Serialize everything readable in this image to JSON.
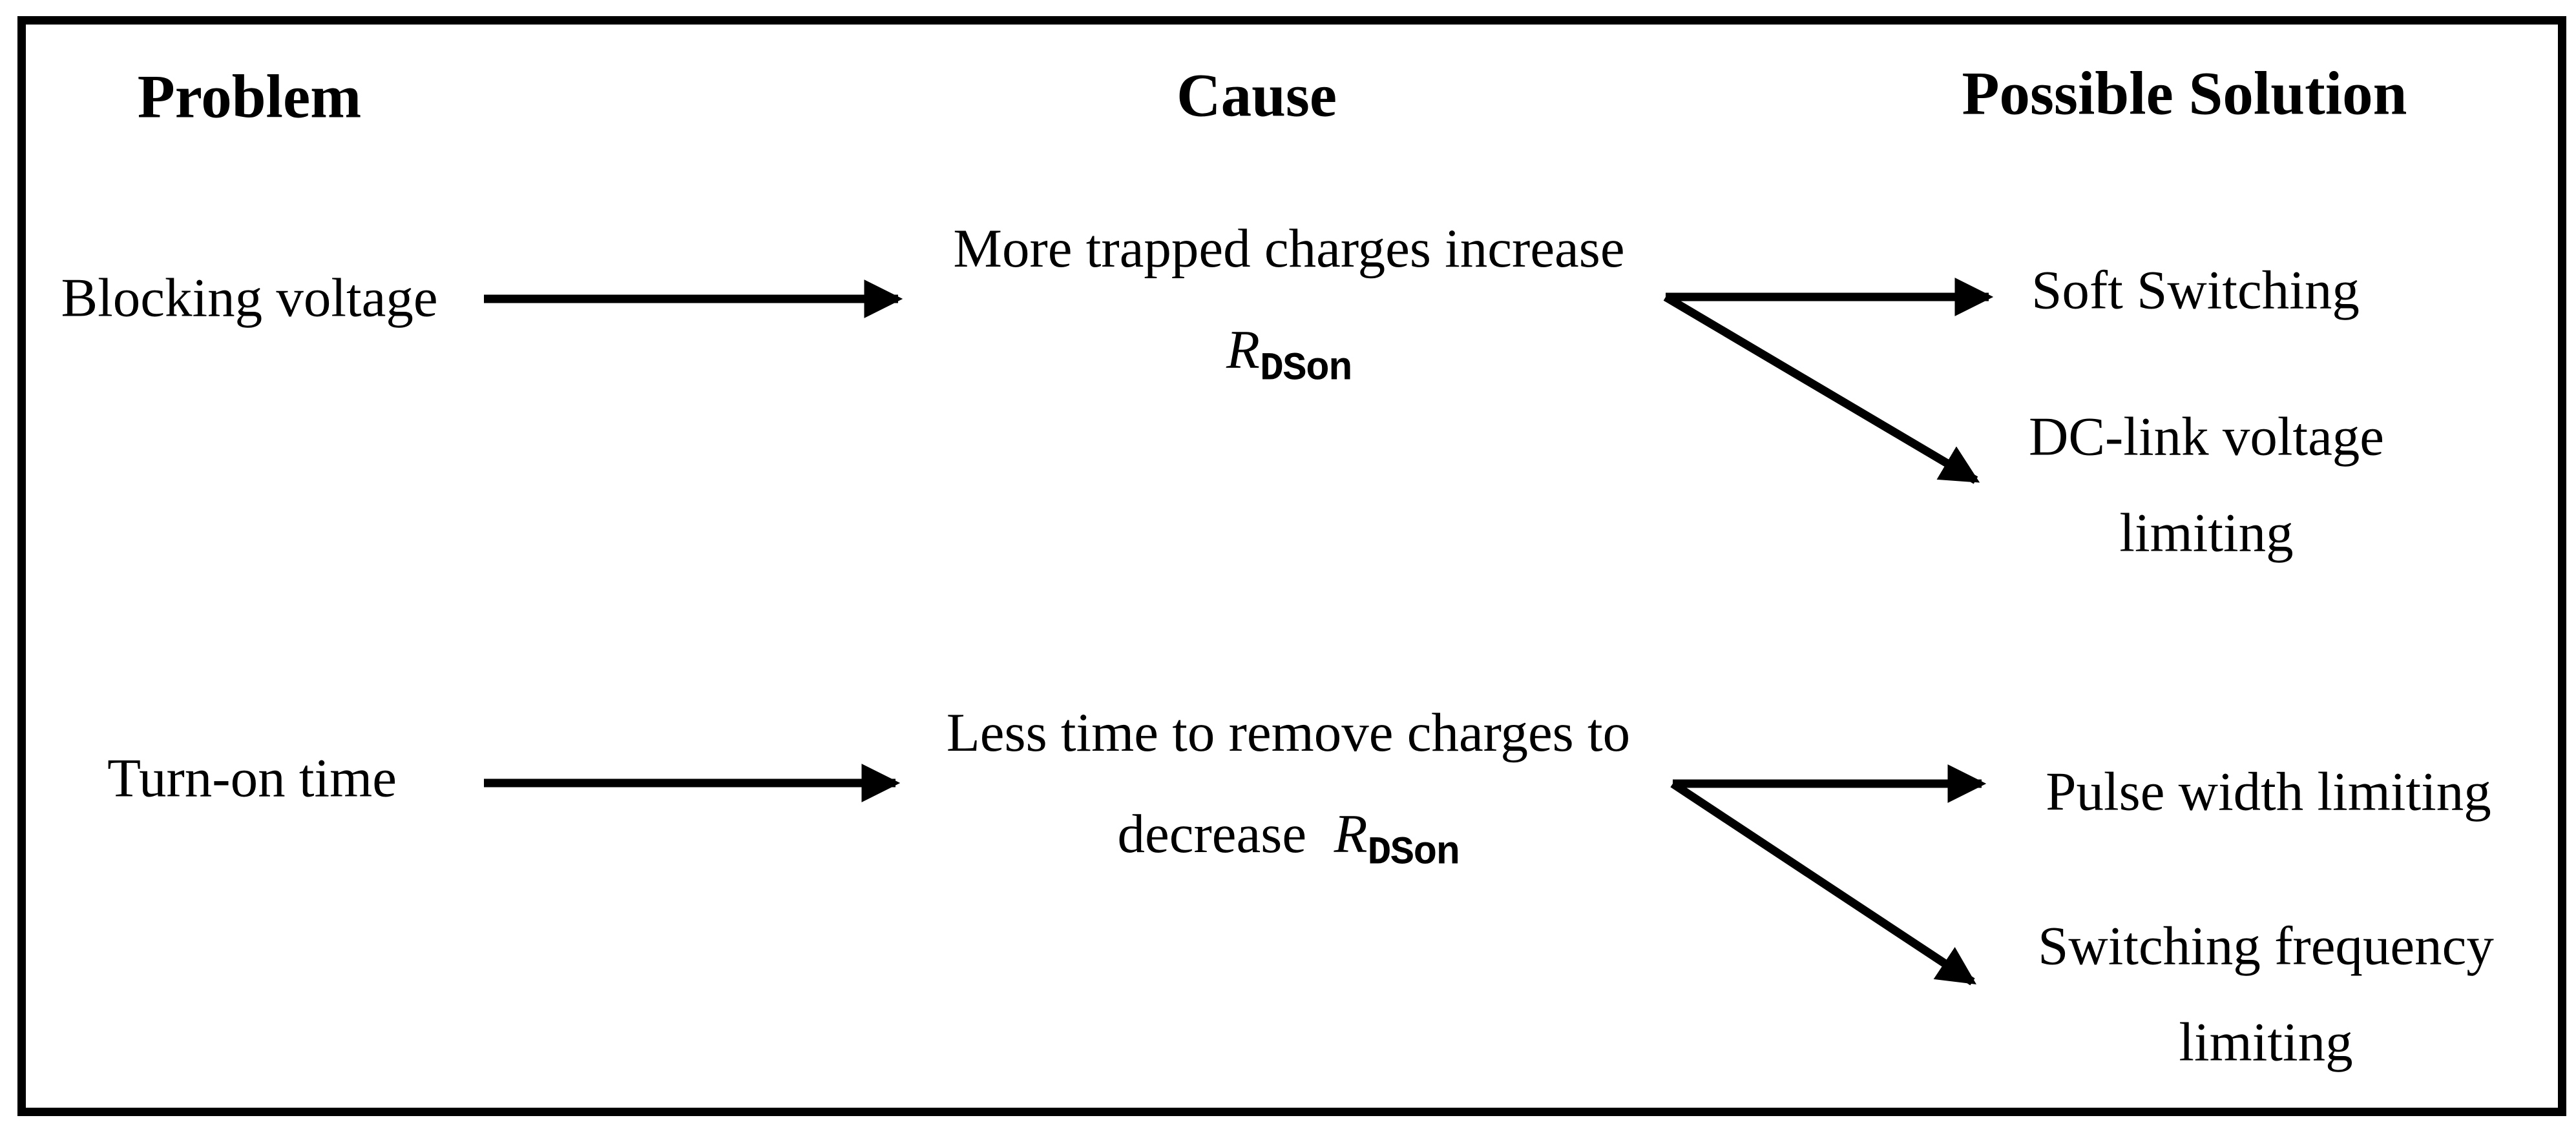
{
  "diagram": {
    "headers": {
      "problem": "Problem",
      "cause": "Cause",
      "solution": "Possible Solution"
    },
    "rows": [
      {
        "problem": "Blocking voltage",
        "cause": {
          "line1": "More trapped charges increase",
          "line2_prefix": "",
          "symbol_base": "R",
          "symbol_sub": "DSon"
        },
        "solutions": [
          {
            "line1": "Soft Switching",
            "line2": ""
          },
          {
            "line1": "DC-link voltage",
            "line2": "limiting"
          }
        ]
      },
      {
        "problem": "Turn-on time",
        "cause": {
          "line1": "Less time to remove charges to",
          "line2_prefix": "decrease  ",
          "symbol_base": "R",
          "symbol_sub": "DSon"
        },
        "solutions": [
          {
            "line1": "Pulse width limiting",
            "line2": ""
          },
          {
            "line1": "Switching frequency",
            "line2": "limiting"
          }
        ]
      }
    ],
    "colors": {
      "ink": "#000000",
      "background": "#ffffff"
    }
  }
}
